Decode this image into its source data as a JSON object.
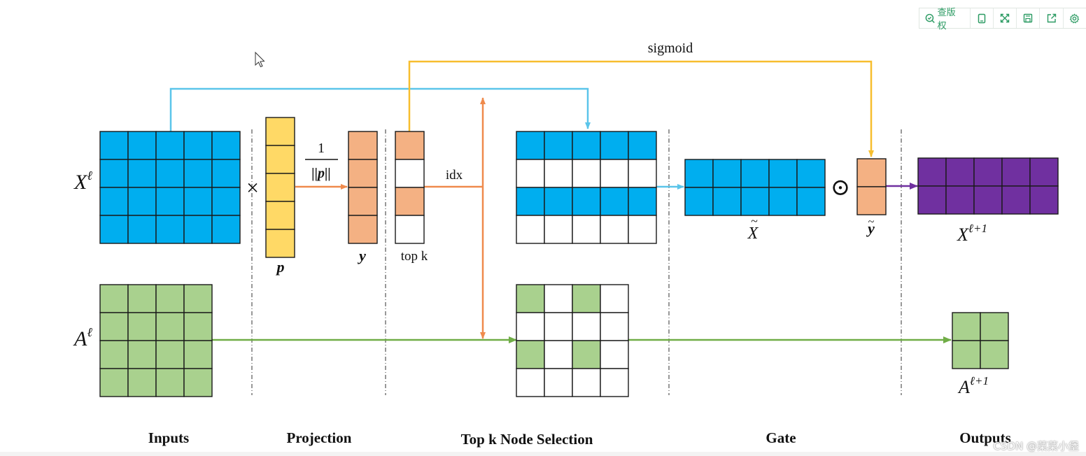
{
  "toolbar": {
    "check_label": "查版权",
    "icons": [
      "magnifier-check-icon",
      "copy-icon",
      "expand-icon",
      "save-icon",
      "share-icon",
      "settings-icon"
    ]
  },
  "labels": {
    "sigmoid": "sigmoid",
    "idx": "idx",
    "top_k": "top k",
    "frac_num": "1",
    "frac_den": "||p||",
    "times": "×",
    "odot": "⊙",
    "p": "p",
    "y": "y",
    "x_l": "X",
    "x_l_sup": "ℓ",
    "a_l": "A",
    "a_l_sup": "ℓ",
    "x_tilde": "X",
    "y_tilde": "y",
    "tilde": "~",
    "x_next": "X",
    "x_next_sup": "ℓ+1",
    "a_next": "A",
    "a_next_sup": "ℓ+1"
  },
  "stages": [
    "Inputs",
    "Projection",
    "Top k Node Selection",
    "Gate",
    "Outputs"
  ],
  "watermark": "CSDN @菜菜小堡",
  "colors": {
    "blue": "#00AEEF",
    "green": "#A9D18E",
    "yellow": "#FFD966",
    "salmon": "#F4B183",
    "purple": "#7030A0",
    "arrow_blue": "#5BC5EA",
    "arrow_orange": "#EF8A4C",
    "arrow_gold": "#F7BE2E",
    "arrow_green": "#70AD47",
    "arrow_purple": "#7030A0"
  }
}
